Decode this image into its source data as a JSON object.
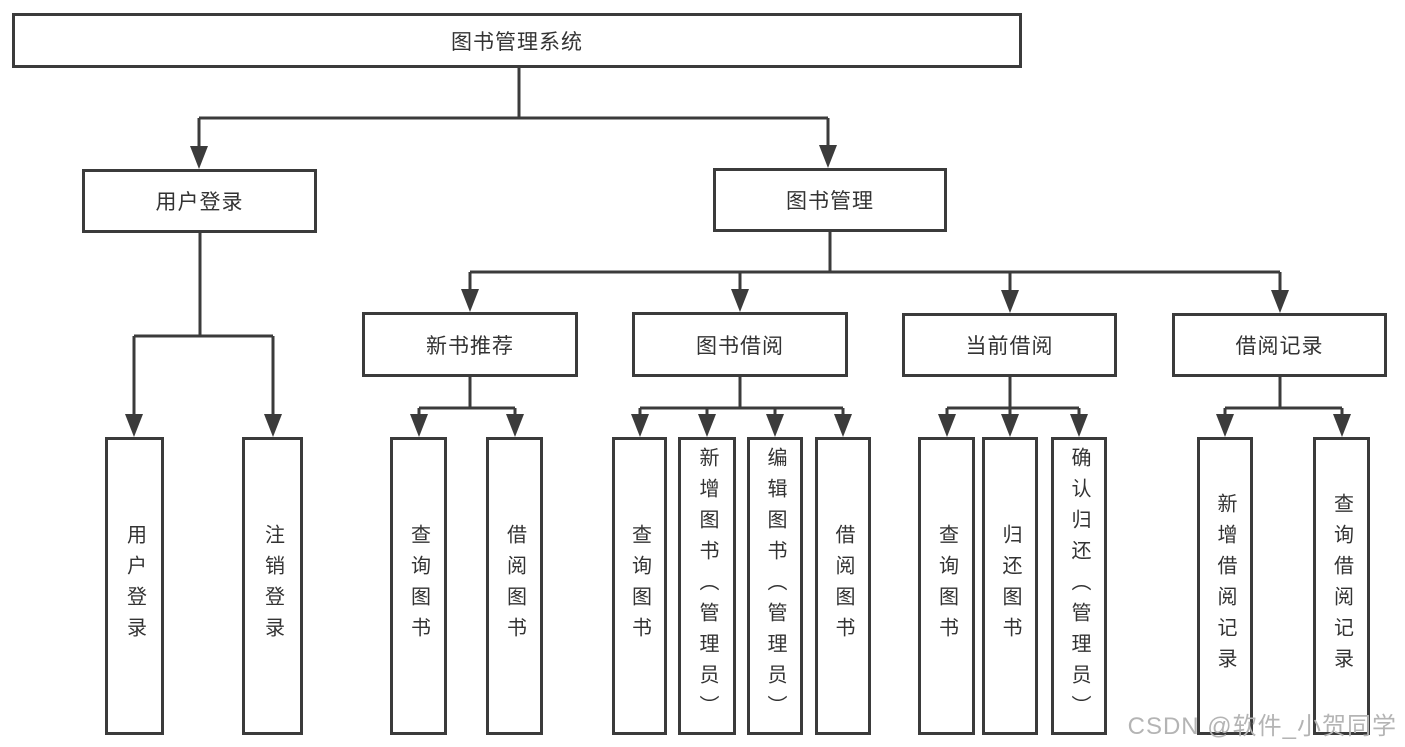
{
  "diagram": {
    "type": "tree",
    "title": "图书管理系统",
    "colors": {
      "line": "#3b3b3b",
      "border": "#3b3b3b",
      "text": "#333333",
      "background": "#ffffff",
      "watermark": "#b4b4b4"
    },
    "watermark": "CSDN @软件_小贺同学",
    "nodes": [
      {
        "id": "root",
        "label": "图书管理系统",
        "parent": null
      },
      {
        "id": "user-login",
        "label": "用户登录",
        "parent": "root"
      },
      {
        "id": "book-mgmt",
        "label": "图书管理",
        "parent": "root"
      },
      {
        "id": "new-book-rec",
        "label": "新书推荐",
        "parent": "book-mgmt"
      },
      {
        "id": "book-borrow",
        "label": "图书借阅",
        "parent": "book-mgmt"
      },
      {
        "id": "current-borrow",
        "label": "当前借阅",
        "parent": "book-mgmt"
      },
      {
        "id": "borrow-record",
        "label": "借阅记录",
        "parent": "book-mgmt"
      },
      {
        "id": "leaf-user-login",
        "label": "用户登录",
        "parent": "user-login"
      },
      {
        "id": "leaf-logout",
        "label": "注销登录",
        "parent": "user-login"
      },
      {
        "id": "leaf-query-book-1",
        "label": "查询图书",
        "parent": "new-book-rec"
      },
      {
        "id": "leaf-borrow-book-1",
        "label": "借阅图书",
        "parent": "new-book-rec"
      },
      {
        "id": "leaf-query-book-2",
        "label": "查询图书",
        "parent": "book-borrow"
      },
      {
        "id": "leaf-add-book",
        "label": "新增图书（管理员）",
        "parent": "book-borrow"
      },
      {
        "id": "leaf-edit-book",
        "label": "编辑图书（管理员）",
        "parent": "book-borrow"
      },
      {
        "id": "leaf-borrow-book-2",
        "label": "借阅图书",
        "parent": "book-borrow"
      },
      {
        "id": "leaf-query-book-3",
        "label": "查询图书",
        "parent": "current-borrow"
      },
      {
        "id": "leaf-return-book",
        "label": "归还图书",
        "parent": "current-borrow"
      },
      {
        "id": "leaf-confirm-return",
        "label": "确认归还（管理员）",
        "parent": "current-borrow"
      },
      {
        "id": "leaf-add-borrow-record",
        "label": "新增借阅记录",
        "parent": "borrow-record"
      },
      {
        "id": "leaf-query-borrow-record",
        "label": "查询借阅记录",
        "parent": "borrow-record"
      }
    ]
  }
}
